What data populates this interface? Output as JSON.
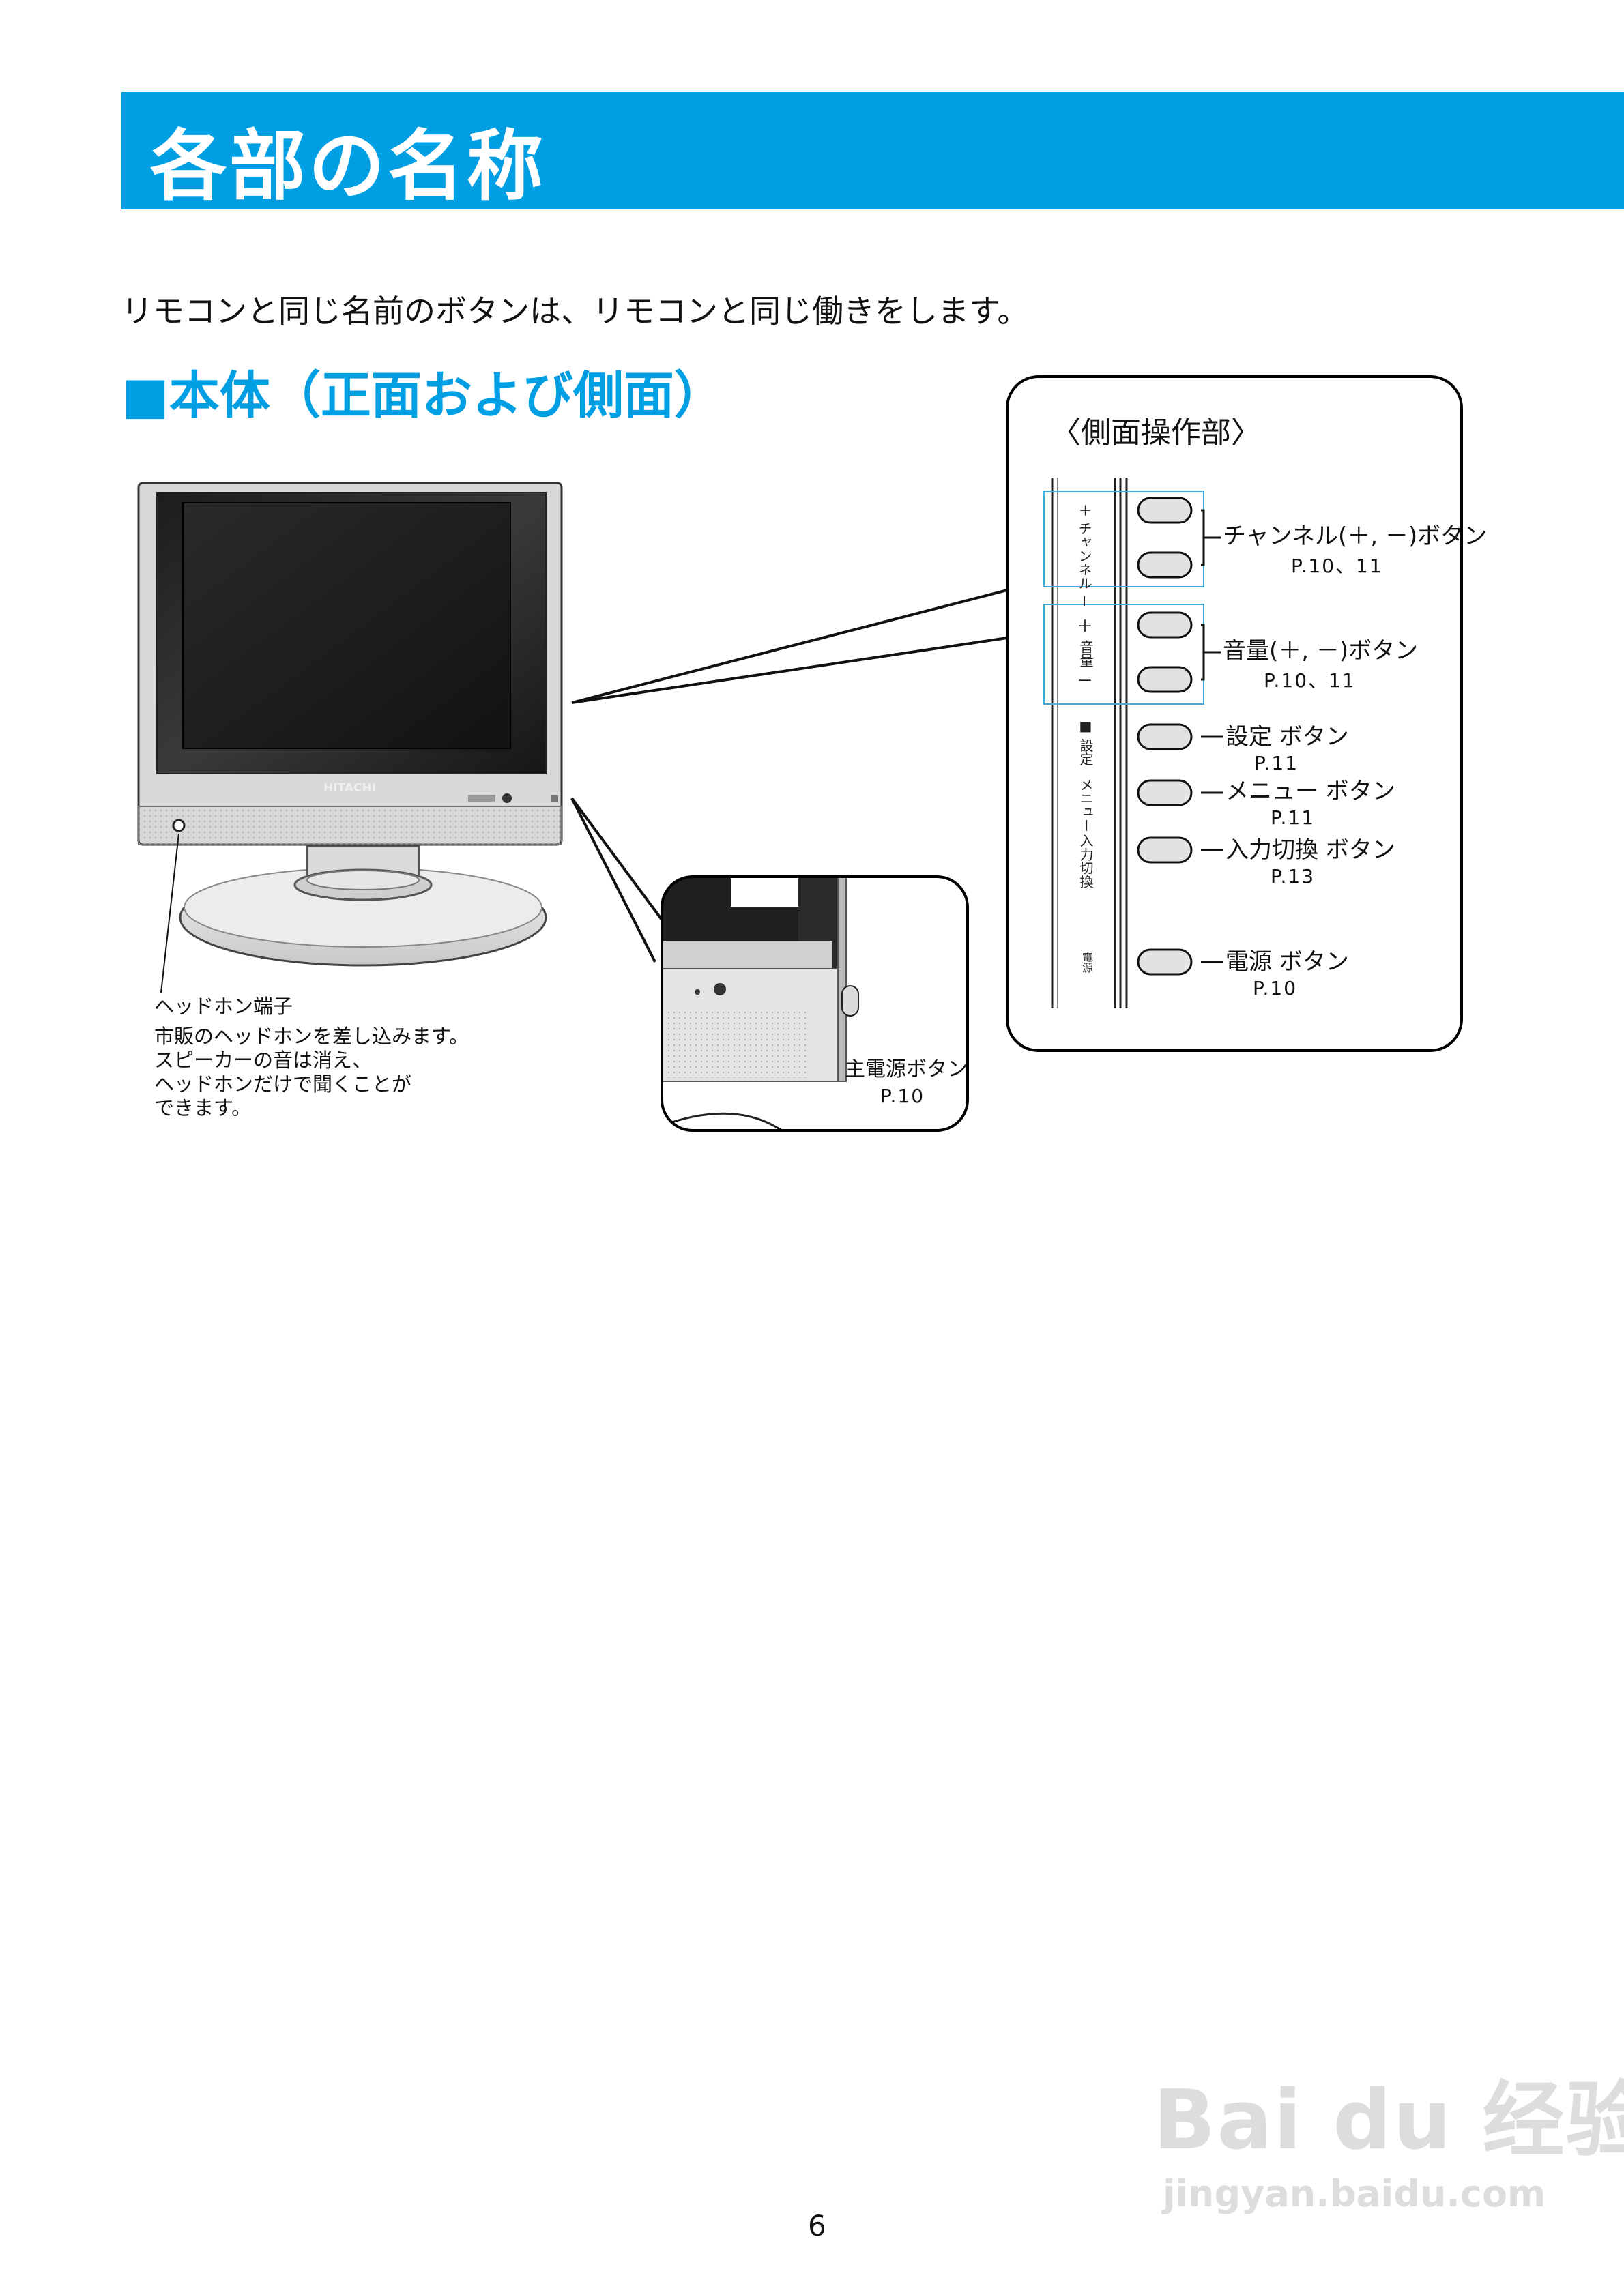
{
  "page_title": "各部の名称",
  "intro_text": "リモコンと同じ名前のボタンは、リモコンと同じ働きをします。",
  "section_heading": "■本体（正面および側面）",
  "tv_brand": "HITACHI",
  "side_panel": {
    "heading": "〈側面操作部〉",
    "strip_labels": {
      "channel": "＋ チャンネル －",
      "volume_plus": "＋",
      "volume": "音量",
      "volume_minus": "－",
      "settings": "■ 設定",
      "menu": "メニュー",
      "input": "入力切換",
      "power": "電源"
    },
    "buttons": [
      {
        "label": "チャンネル(＋, －)ボタン",
        "page": "P.10、11"
      },
      {
        "label": "音量(＋, －)ボタン",
        "page": "P.10、11"
      },
      {
        "label": "設定 ボタン",
        "page": "P.11"
      },
      {
        "label": "メニュー ボタン",
        "page": "P.11"
      },
      {
        "label": "入力切換 ボタン",
        "page": "P.13"
      },
      {
        "label": "電源 ボタン",
        "page": "P.10"
      }
    ]
  },
  "main_power": {
    "label": "主電源ボタン",
    "page": "P.10"
  },
  "headphone": {
    "title": "ヘッドホン端子",
    "description_lines": [
      "市販のヘッドホンを差し込みます。",
      "スピーカーの音は消え、",
      "ヘッドホンだけで聞くことが",
      "できます。"
    ]
  },
  "page_number": "6",
  "watermark": {
    "brand": "Bai du 经验",
    "url": "jingyan.baidu.com"
  }
}
